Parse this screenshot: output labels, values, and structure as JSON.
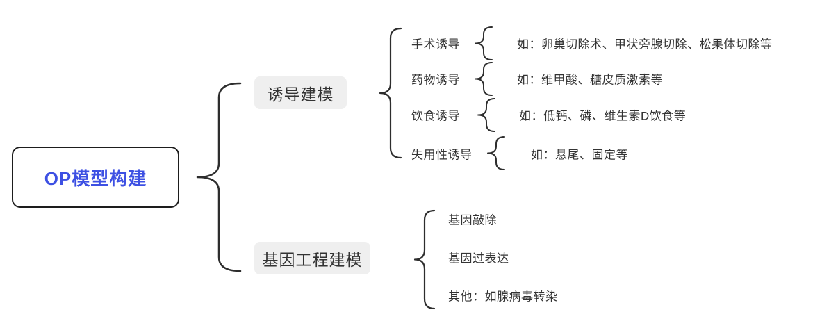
{
  "root": {
    "label": "OP模型构建"
  },
  "branches": [
    {
      "label": "诱导建模",
      "children": [
        {
          "label": "手术诱导",
          "detail": "如：卵巢切除术、甲状旁腺切除、松果体切除等"
        },
        {
          "label": "药物诱导",
          "detail": "如：维甲酸、糖皮质激素等"
        },
        {
          "label": "饮食诱导",
          "detail": "如：低钙、磷、维生素D饮食等"
        },
        {
          "label": "失用性诱导",
          "detail": "如：悬尾、固定等"
        }
      ]
    },
    {
      "label": "基因工程建模",
      "children": [
        {
          "label": "基因敲除"
        },
        {
          "label": "基因过表达"
        },
        {
          "label": "其他：如腺病毒转染"
        }
      ]
    }
  ],
  "colors": {
    "root_text": "#3d50e3",
    "root_border": "#1d1d1d",
    "branch_bg": "#efefef",
    "text": "#333333",
    "line": "#2d2d2d"
  }
}
